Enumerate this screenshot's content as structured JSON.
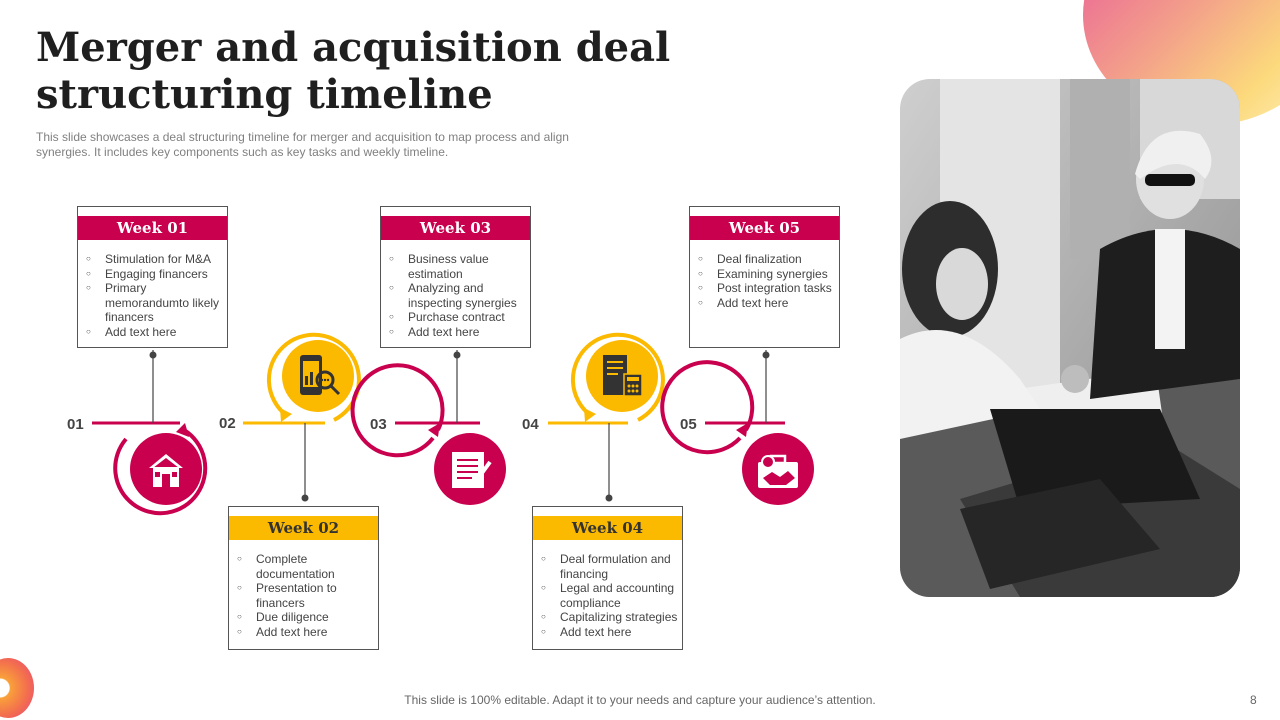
{
  "slide": {
    "title": "Merger and acquisition deal structuring timeline",
    "subtitle": "This slide showcases a deal structuring timeline for merger and acquisition to map process and align synergies. It includes key components such as key tasks and weekly timeline.",
    "footer": "This slide is 100% editable. Adapt it to your needs and capture your audience’s attention.",
    "page_number": "8"
  },
  "colors": {
    "accent_red": "#c8004e",
    "accent_yellow": "#fbb900",
    "text_dark": "#1f1f1f"
  },
  "timeline": {
    "steps": [
      {
        "number": "01",
        "week": "Week 01",
        "icon": "house-icon",
        "items": [
          "Stimulation for M&A",
          "Engaging financers",
          "Primary memorandumto likely financers",
          "Add text here"
        ]
      },
      {
        "number": "02",
        "week": "Week 02",
        "icon": "mobile-analytics-icon",
        "items": [
          "Complete documentation",
          "Presentation to financers",
          "Due diligence",
          "Add text here"
        ]
      },
      {
        "number": "03",
        "week": "Week 03",
        "icon": "document-pen-icon",
        "items": [
          "Business value estimation",
          "Analyzing and inspecting synergies",
          "Purchase contract",
          "Add text here"
        ]
      },
      {
        "number": "04",
        "week": "Week 04",
        "icon": "report-calculator-icon",
        "items": [
          "Deal formulation and financing",
          "Legal and accounting compliance",
          "Capitalizing strategies",
          "Add text here"
        ]
      },
      {
        "number": "05",
        "week": "Week 05",
        "icon": "briefcase-handshake-icon",
        "items": [
          "Deal finalization",
          "Examining synergies",
          "Post integration tasks",
          "Add text here"
        ]
      }
    ]
  },
  "photo": {
    "description_icon": "meeting-photo-icon"
  }
}
